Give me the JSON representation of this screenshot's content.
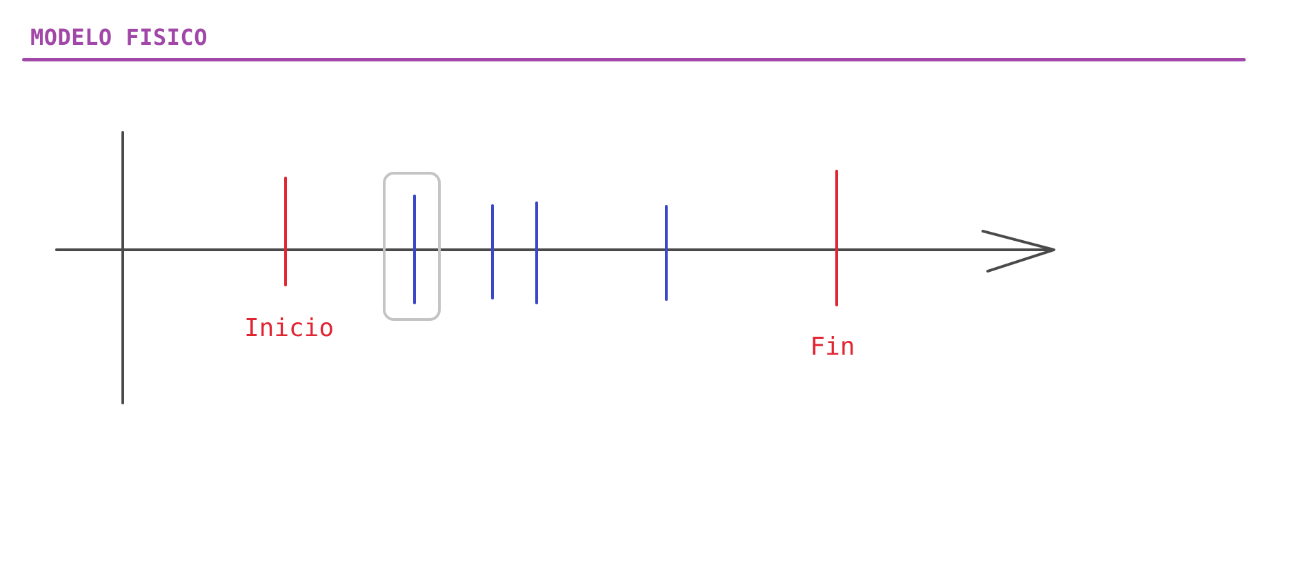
{
  "title": "MODELO FISICO",
  "labels": {
    "start": "Inicio",
    "end": "Fin"
  },
  "colors": {
    "title": "#a047a8",
    "axis": "#4a4a4a",
    "boundary": "#e02633",
    "event": "#3b47c9",
    "highlight": "#c4c4c4",
    "background": "#ffffff"
  }
}
